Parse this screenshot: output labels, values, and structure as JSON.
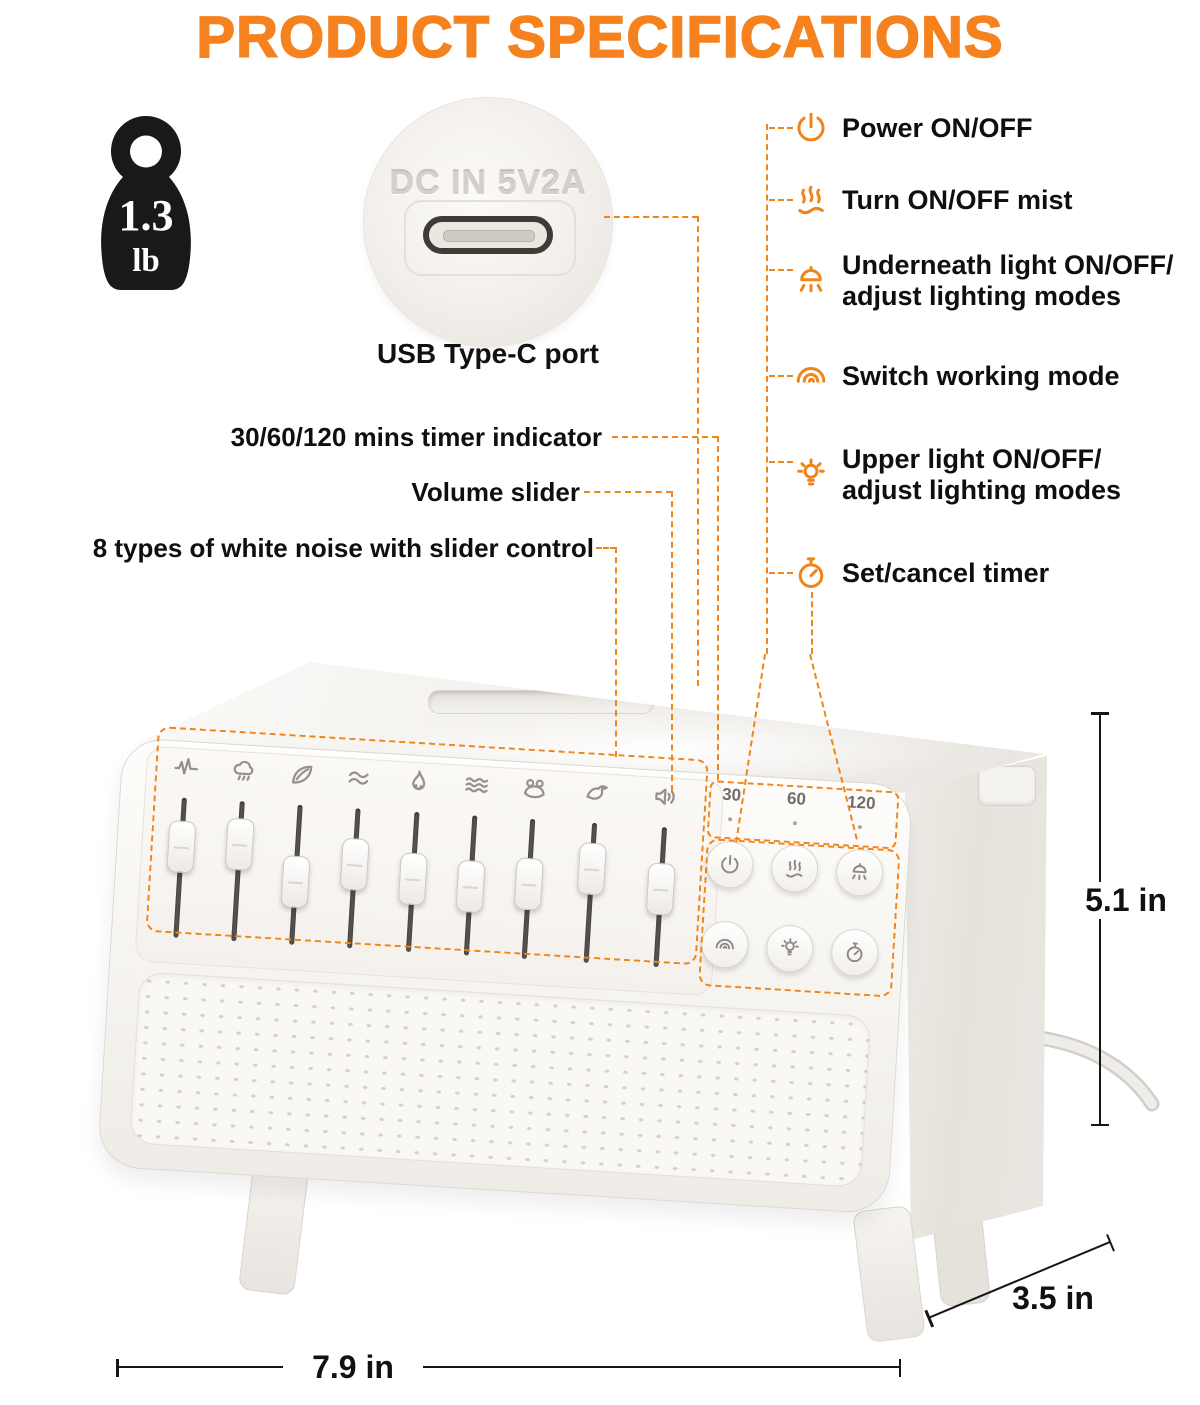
{
  "title": "PRODUCT SPECIFICATIONS",
  "weight": {
    "value": "1.3",
    "unit": "lb"
  },
  "usb": {
    "embossed": "DC IN 5V2A",
    "label": "USB Type-C port"
  },
  "callouts": {
    "timer": "30/60/120 mins timer indicator",
    "volume": "Volume slider",
    "noise": "8 types of white noise with slider control"
  },
  "features": [
    {
      "icon": "power-icon",
      "line1": "Power ON/OFF"
    },
    {
      "icon": "mist-icon",
      "line1": "Turn ON/OFF mist"
    },
    {
      "icon": "underneath-light-icon",
      "line1": "Underneath light ON/OFF/",
      "line2": "adjust lighting modes"
    },
    {
      "icon": "working-mode-icon",
      "line1": "Switch working mode"
    },
    {
      "icon": "upper-light-icon",
      "line1": "Upper light ON/OFF/",
      "line2": "adjust lighting modes"
    },
    {
      "icon": "set-timer-icon",
      "line1": "Set/cancel timer"
    }
  ],
  "device": {
    "timer_marks": [
      "30",
      "60",
      "120"
    ],
    "sliders": [
      {
        "icon": "white-noise-icon",
        "knob": "top:79px"
      },
      {
        "icon": "rain-icon",
        "knob": "top:73px"
      },
      {
        "icon": "leaf-icon",
        "knob": "top:107px"
      },
      {
        "icon": "ocean-wave-icon",
        "knob": "top:86px"
      },
      {
        "icon": "fire-icon",
        "knob": "top:97px"
      },
      {
        "icon": "stream-icon",
        "knob": "top:101px"
      },
      {
        "icon": "frog-icon",
        "knob": "top:95px"
      },
      {
        "icon": "bird-icon",
        "knob": "top:76px"
      },
      {
        "icon": "volume-icon",
        "knob": "top:92px"
      }
    ],
    "buttons": [
      {
        "icon": "power-icon"
      },
      {
        "icon": "mist-icon"
      },
      {
        "icon": "underneath-light-icon"
      },
      {
        "icon": "working-mode-icon"
      },
      {
        "icon": "upper-light-icon"
      },
      {
        "icon": "set-timer-icon"
      }
    ]
  },
  "dimensions": {
    "height": "5.1 in",
    "depth": "3.5 in",
    "width": "7.9 in"
  },
  "colors": {
    "accent": "#F08519",
    "title": "#F5821E",
    "text": "#111111"
  }
}
